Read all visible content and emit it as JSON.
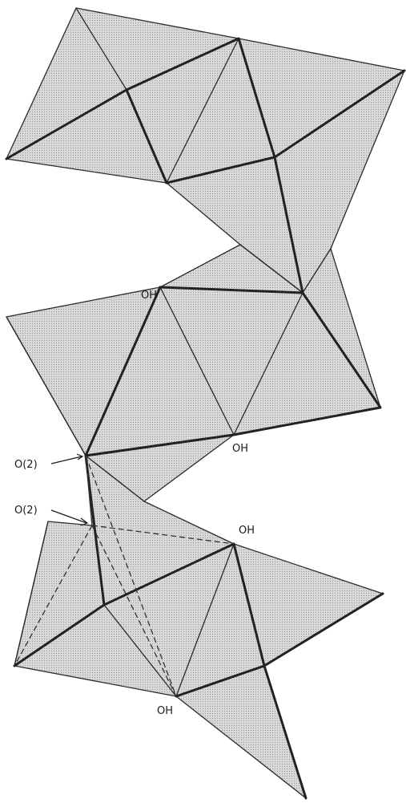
{
  "labels": {
    "oh_1": "OH",
    "oh_2": "OH",
    "oh_3": "OH",
    "oh_4": "OH",
    "o2_upper": "O(2)",
    "o2_lower": "O(2)"
  },
  "colors": {
    "polyhedron_fill": "#cfcfcf",
    "edge": "#2b2b2b",
    "background": "#ffffff"
  }
}
